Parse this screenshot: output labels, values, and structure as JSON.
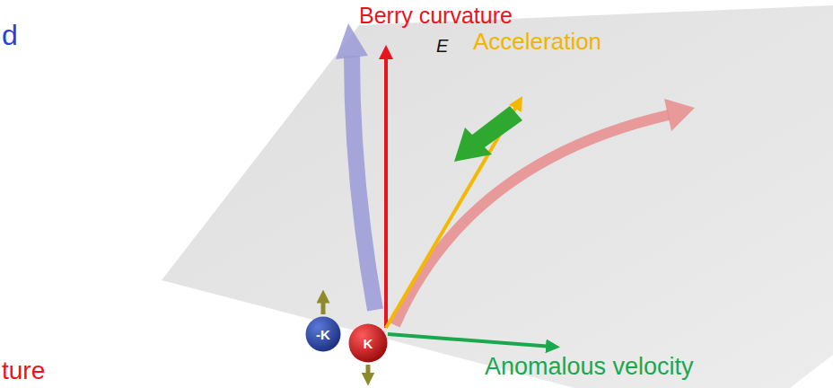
{
  "diagram": {
    "nodes": [
      {
        "text": [
          "-K"
        ]
      },
      {
        "text": [
          "K"
        ]
      }
    ],
    "labels": [
      "d",
      "Berry curvature",
      "E",
      "Acceleration",
      "Anomalous velocity",
      "ture"
    ]
  }
}
